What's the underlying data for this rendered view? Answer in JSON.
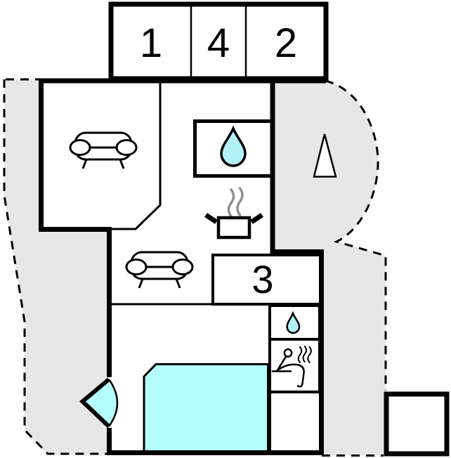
{
  "rooms": {
    "top_row": [
      "1",
      "4",
      "2"
    ],
    "middle": "3"
  },
  "colors": {
    "wall": "#000000",
    "background": "#ffffff",
    "terrace": "#e7e7e7",
    "water": "#b3fdff",
    "drop": "#b3f1f8",
    "steam": "#8f8f8f"
  },
  "icons": {
    "sofa": "sofa",
    "bathroom_drop": "water-drop",
    "shower_drop": "water-drop-small",
    "cooking_pot": "cooking-pot",
    "steam": "steam-waves",
    "tree": "tree",
    "sauna": "sauna-person",
    "door": "door-swing",
    "pool": "swimming-pool"
  }
}
